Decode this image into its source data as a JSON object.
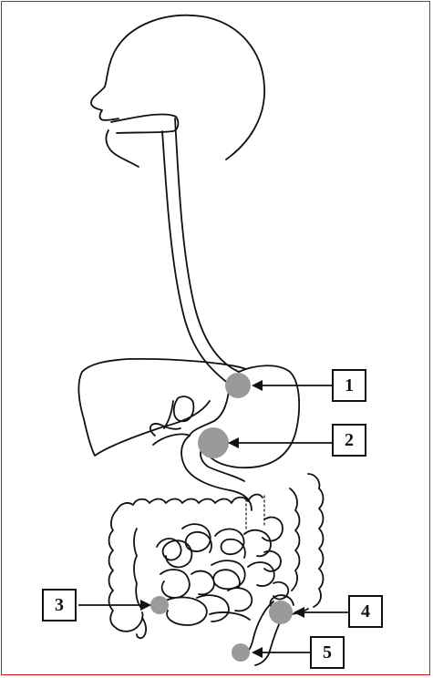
{
  "labels": [
    "1",
    "2",
    "3",
    "4",
    "5"
  ],
  "colors": {
    "frame": "#d9151b",
    "outline": "#111111",
    "marker": "#9a9a9a"
  }
}
